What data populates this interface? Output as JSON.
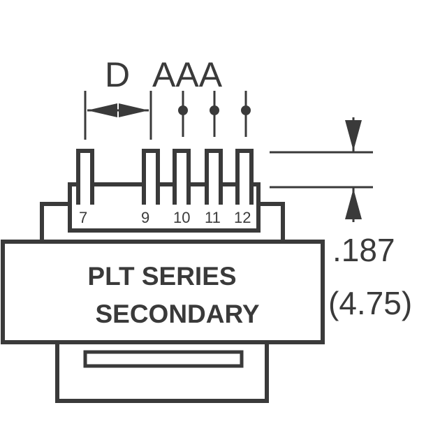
{
  "labels": {
    "d": "D",
    "aaa": "AAA"
  },
  "pins": [
    "7",
    "9",
    "10",
    "11",
    "12"
  ],
  "body_text": {
    "line1": "PLT SERIES",
    "line2": "SECONDARY"
  },
  "dimension": {
    "inch": ".187",
    "mm": "(4.75)"
  },
  "colors": {
    "stroke": "#3a3a3a",
    "background": "#ffffff"
  }
}
